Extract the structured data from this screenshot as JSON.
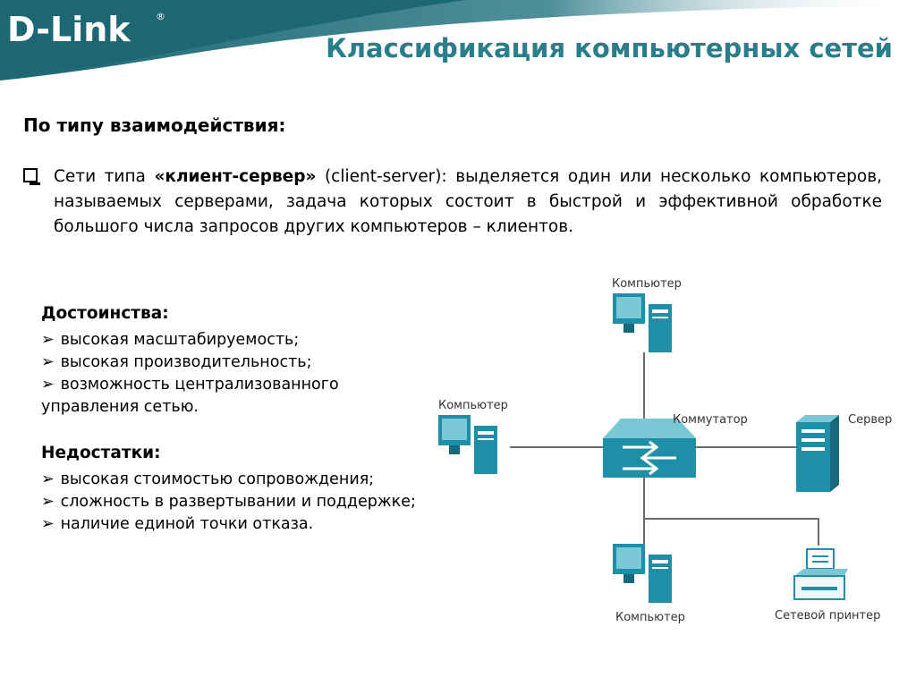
{
  "logo": {
    "text": "D-Link",
    "registered": "®"
  },
  "title": "Классификация компьютерных сетей",
  "subtitle": "По типу взаимодействия:",
  "intro": {
    "before": "Сети типа ",
    "bold": "«клиент-сервер»",
    "after": " (client-server): выделяется один или несколько компьютеров, называемых серверами, задача которых состоит в быстрой и эффективной обработке большого числа запросов других компьютеров – клиентов."
  },
  "advantages": {
    "heading": "Достоинства:",
    "items": [
      "высокая масштабируемость;",
      "высокая производительность;",
      "возможность централизованного управления сетью."
    ]
  },
  "disadvantages": {
    "heading": "Недостатки:",
    "items": [
      "высокая стоимостью сопровождения;",
      "сложность в развертывании и поддержке;",
      "наличие единой точки отказа."
    ]
  },
  "diagram": {
    "labels": {
      "computer_top": "Компьютер",
      "computer_left": "Компьютер",
      "computer_bottom": "Компьютер",
      "switch": "Коммутатор",
      "server": "Сервер",
      "printer": "Сетевой принтер"
    },
    "colors": {
      "device": "#1e8fa6",
      "device_dark": "#15697b",
      "device_light": "#7ac7d6",
      "line": "#6a6a6a"
    }
  },
  "colors": {
    "title": "#2a7d8b",
    "band": "#2a6f7c"
  }
}
